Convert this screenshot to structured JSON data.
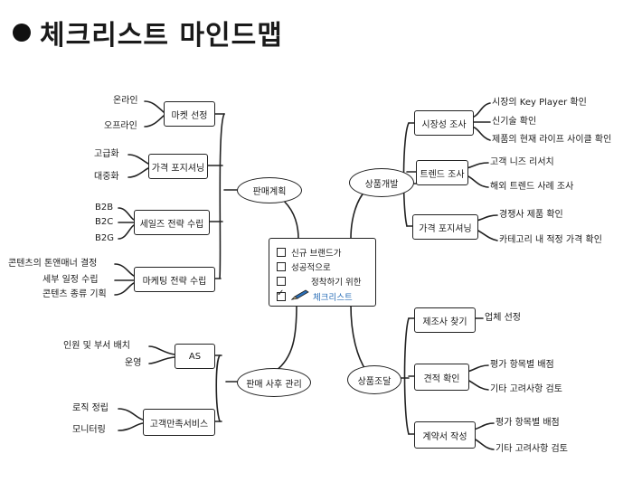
{
  "title": "체크리스트 마인드맵",
  "center": {
    "lines": [
      "신규 브랜드가",
      "성공적으로",
      "정착하기 위한",
      "체크리스트"
    ]
  },
  "hubs": {
    "sales_plan": "판매계획",
    "product_dev": "상품개발",
    "after_sales": "판매 사후 관리",
    "sourcing": "상품조달"
  },
  "branches": {
    "marketing_channel": {
      "label": "마켓 선정",
      "leaves": [
        "온라인",
        "오프라인"
      ]
    },
    "price_pos_left": {
      "label": "가격 포지셔닝",
      "leaves": [
        "고급화",
        "대중화"
      ]
    },
    "sales_strategy": {
      "label": "세일즈 전략 수립",
      "leaves": [
        "B2B",
        "B2C",
        "B2G"
      ]
    },
    "marketing_strategy": {
      "label": "마케팅 전략 수립",
      "leaves": [
        "콘텐츠의 톤앤매너 결정",
        "세부 일정 수립",
        "콘텐츠 종류 기획"
      ]
    },
    "as": {
      "label": "AS",
      "leaves": [
        "인원 및 부서 배치",
        "운영"
      ]
    },
    "cs": {
      "label": "고객만족서비스",
      "leaves": [
        "로직 정립",
        "모니터링"
      ]
    },
    "market_research": {
      "label": "시장성 조사",
      "leaves": [
        "시장의 Key Player 확인",
        "신기술 확인",
        "제품의 현재 라이프 사이클 확인"
      ]
    },
    "trend_research": {
      "label": "트렌드 조사",
      "leaves": [
        "고객 니즈 리서치",
        "해외 트렌드 사례 조사"
      ]
    },
    "price_pos_right": {
      "label": "가격 포지셔닝",
      "leaves": [
        "경쟁사 제품 확인",
        "카테고리 내 적정 가격 확인"
      ]
    },
    "manufacturer": {
      "label": "제조사 찾기",
      "leaves": [
        "업체 선정"
      ]
    },
    "quote": {
      "label": "견적 확인",
      "leaves": [
        "평가 항목별 배점",
        "기타 고려사항 검토"
      ]
    },
    "contract": {
      "label": "계약서 작성",
      "leaves": [
        "평가 항목별 배점",
        "기타 고려사항 검토"
      ]
    }
  },
  "colors": {
    "line": "#222222",
    "highlight": "#2a6fb8"
  }
}
